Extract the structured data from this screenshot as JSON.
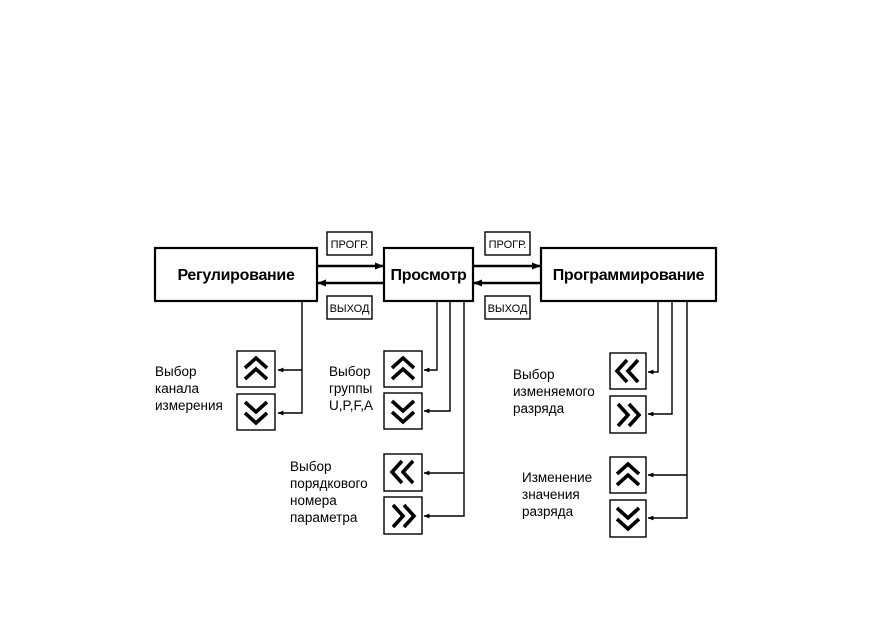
{
  "modes": {
    "regulation": "Регулирование",
    "view": "Просмотр",
    "programming": "Программирование"
  },
  "keys": {
    "prog_left": "ПРОГР.",
    "exit_left": "ВЫХОД",
    "prog_right": "ПРОГР.",
    "exit_right": "ВЫХОД"
  },
  "descriptions": {
    "channel": [
      "Выбор",
      "канала",
      "измерения"
    ],
    "group": [
      "Выбор",
      "группы",
      "U,P,F,A"
    ],
    "param_number": [
      "Выбор",
      "порядкового",
      "номера",
      "параметра"
    ],
    "digit_select": [
      "Выбор",
      "изменяемого",
      "разряда"
    ],
    "digit_change": [
      "Изменение",
      "значения",
      "разряда"
    ]
  },
  "buttons": {
    "channel": [
      "up",
      "down"
    ],
    "group": [
      "up",
      "down"
    ],
    "param_number": [
      "left",
      "right"
    ],
    "digit_select": [
      "left",
      "right"
    ],
    "digit_change": [
      "up",
      "down"
    ]
  }
}
